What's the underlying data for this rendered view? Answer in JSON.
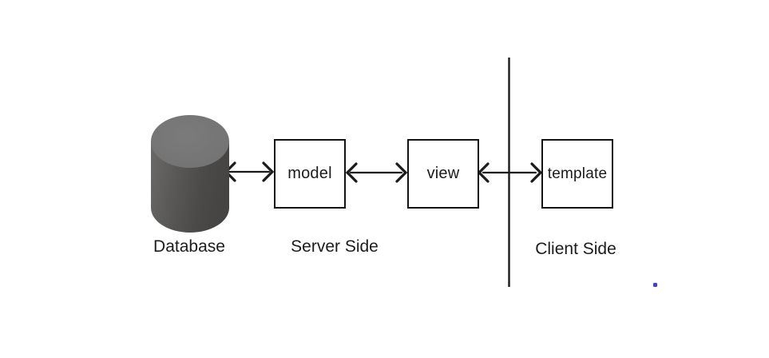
{
  "diagram": {
    "nodes": {
      "database": {
        "label": "Database",
        "shape": "cylinder"
      },
      "model": {
        "label": "model",
        "shape": "rect"
      },
      "view": {
        "label": "view",
        "shape": "rect"
      },
      "template": {
        "label": "template",
        "shape": "rect"
      }
    },
    "regions": {
      "server_label": "Server Side",
      "client_label": "Client Side"
    },
    "connections": [
      {
        "from": "database",
        "to": "model",
        "bidirectional": true
      },
      {
        "from": "model",
        "to": "view",
        "bidirectional": true
      },
      {
        "from": "view",
        "to": "template",
        "bidirectional": true
      }
    ],
    "separator": {
      "orientation": "vertical",
      "divides": [
        "Server Side",
        "Client Side"
      ]
    },
    "colors": {
      "background": "#ffffff",
      "stroke": "#1a1a1a",
      "cylinder_top": "#757474",
      "cylinder_body_light": "#6b6a68",
      "cylinder_body_dark": "#434240",
      "stray_dot": "#3f45c8"
    }
  }
}
